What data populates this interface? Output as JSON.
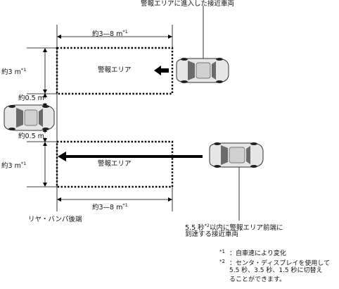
{
  "labels": {
    "top_title": "警報エリアに進入した接近車両",
    "width_top": "約3—8 m",
    "width_top_ref": "*1",
    "width_bottom": "約3—8 m",
    "width_bottom_ref": "*1",
    "height_top": "約3 m",
    "height_top_ref": "*1",
    "height_bottom": "約3 m",
    "height_bottom_ref": "*1",
    "gap_top": "約0.5 m",
    "gap_bottom": "約0.5 m",
    "zone_top": "警報エリア",
    "zone_bottom": "警報エリア",
    "rear_bumper": "リヤ・バンパ後端",
    "approach_line1_pre": "5.5 秒",
    "approach_line1_ref": "*2",
    "approach_line1_post": "以内に警報エリア前端に",
    "approach_line2": "到達する接近車両"
  },
  "footnotes": [
    {
      "mark": "*1",
      "lines": [
        "：自車速により変化"
      ]
    },
    {
      "mark": "*2",
      "lines": [
        "：センタ・ディスプレイを使用して",
        "5.5 秒、3.5 秒、1.5 秒に切替え",
        "ることができます。"
      ]
    }
  ]
}
